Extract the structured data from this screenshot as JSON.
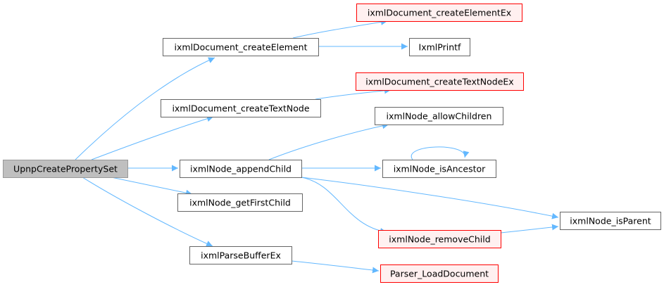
{
  "graph": {
    "colors": {
      "edge": "#63b8ff",
      "node_fill": "#ffffff",
      "node_border": "#666666",
      "highlight_fill": "#bfbfbf",
      "highlight_border": "#999999",
      "unresolved_fill": "#fff0f0",
      "unresolved_border": "#ff0000"
    },
    "nodes": [
      {
        "id": "n_upnp",
        "label": "UpnpCreatePropertySet",
        "style": "highlight"
      },
      {
        "id": "n_createElement",
        "label": "ixmlDocument_createElement",
        "style": "normal"
      },
      {
        "id": "n_createElementEx",
        "label": "ixmlDocument_createElementEx",
        "style": "red"
      },
      {
        "id": "n_ixmlPrintf",
        "label": "IxmlPrintf",
        "style": "normal"
      },
      {
        "id": "n_createTextNode",
        "label": "ixmlDocument_createTextNode",
        "style": "normal"
      },
      {
        "id": "n_createTextNodeEx",
        "label": "ixmlDocument_createTextNodeEx",
        "style": "red"
      },
      {
        "id": "n_allowChildren",
        "label": "ixmlNode_allowChildren",
        "style": "normal"
      },
      {
        "id": "n_appendChild",
        "label": "ixmlNode_appendChild",
        "style": "normal"
      },
      {
        "id": "n_isAncestor",
        "label": "ixmlNode_isAncestor",
        "style": "normal"
      },
      {
        "id": "n_getFirstChild",
        "label": "ixmlNode_getFirstChild",
        "style": "normal"
      },
      {
        "id": "n_isParent",
        "label": "ixmlNode_isParent",
        "style": "normal"
      },
      {
        "id": "n_removeChild",
        "label": "ixmlNode_removeChild",
        "style": "red"
      },
      {
        "id": "n_parseBufferEx",
        "label": "ixmlParseBufferEx",
        "style": "normal"
      },
      {
        "id": "n_loadDocument",
        "label": "Parser_LoadDocument",
        "style": "red"
      }
    ],
    "edges": [
      {
        "from": "n_upnp",
        "to": "n_createElement"
      },
      {
        "from": "n_upnp",
        "to": "n_createTextNode"
      },
      {
        "from": "n_upnp",
        "to": "n_appendChild"
      },
      {
        "from": "n_upnp",
        "to": "n_getFirstChild"
      },
      {
        "from": "n_upnp",
        "to": "n_parseBufferEx"
      },
      {
        "from": "n_createElement",
        "to": "n_createElementEx"
      },
      {
        "from": "n_createElement",
        "to": "n_ixmlPrintf"
      },
      {
        "from": "n_createTextNode",
        "to": "n_createTextNodeEx"
      },
      {
        "from": "n_appendChild",
        "to": "n_allowChildren"
      },
      {
        "from": "n_appendChild",
        "to": "n_isAncestor"
      },
      {
        "from": "n_appendChild",
        "to": "n_isParent"
      },
      {
        "from": "n_appendChild",
        "to": "n_removeChild"
      },
      {
        "from": "n_isAncestor",
        "to": "n_isAncestor"
      },
      {
        "from": "n_removeChild",
        "to": "n_isParent"
      },
      {
        "from": "n_parseBufferEx",
        "to": "n_loadDocument"
      }
    ]
  }
}
